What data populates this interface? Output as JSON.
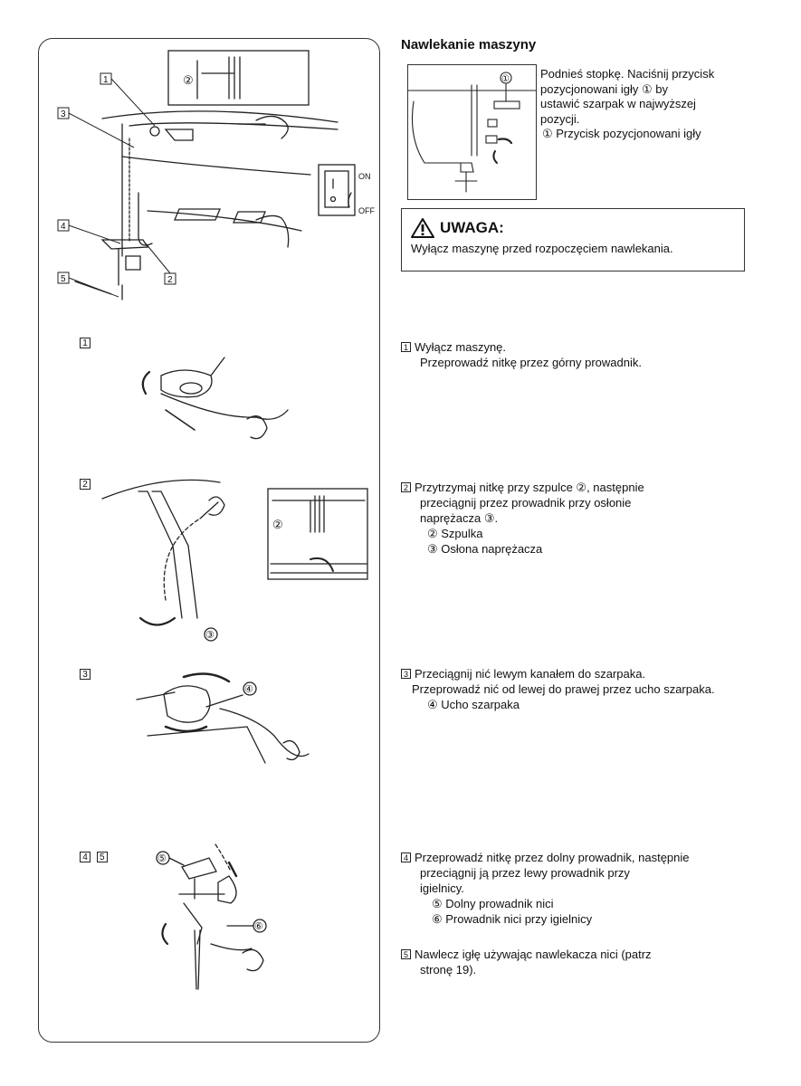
{
  "title": "Nawlekanie maszyny",
  "intro": {
    "line1": "Podnieś stopkę. Naciśnij przycisk",
    "line2": "pozycjonowani igły ① by",
    "line3": "ustawić szarpak w najwyższej",
    "line4": "pozycji.",
    "annotation": "①   Przycisk pozycjonowani igły"
  },
  "warning": {
    "title": "UWAGA:",
    "text": "Wyłącz maszynę przed rozpoczęciem nawlekania."
  },
  "steps": {
    "s1": {
      "num": "1",
      "line1": "Wyłącz maszynę.",
      "line2": "Przeprowadź nitkę przez górny prowadnik."
    },
    "s2": {
      "num": "2",
      "line1": "Przytrzymaj nitkę przy szpulce ②, następnie",
      "line2": "przeciągnij przez prowadnik przy osłonie",
      "line3": "naprężacza ③.",
      "part1": "② Szpulka",
      "part2": "③ Osłona naprężacza"
    },
    "s3": {
      "num": "3",
      "line1": "Przeciągnij nić lewym kanałem do szarpaka.",
      "line2": "Przeprowadź nić od lewej do prawej przez ucho szarpaka.",
      "part1": "④ Ucho szarpaka"
    },
    "s4": {
      "num": "4",
      "line1": "Przeprowadź nitkę przez dolny prowadnik, następnie",
      "line2": "przeciągnij ją przez lewy prowadnik przy",
      "line3": "igielnicy.",
      "part1": "⑤ Dolny prowadnik nici",
      "part2": "⑥ Prowadnik nici przy igielnicy"
    },
    "s5": {
      "num": "5",
      "line1": "Nawlecz igłę używając nawlekacza nici (patrz",
      "line2": "stronę 19)."
    }
  },
  "figure_labels": {
    "callout1": "1",
    "callout2": "2",
    "callout3": "3",
    "callout4": "4",
    "callout5": "5",
    "spool_mark": "②",
    "switch_on": "ON",
    "switch_off": "OFF",
    "tension_mark": "③",
    "eye_mark": "④",
    "guide_mark": "⑤",
    "bar_guide_mark": "⑥",
    "btn_mark": "①",
    "panel1": "1",
    "panel2": "2",
    "panel3": "3",
    "panel4": "4",
    "panel5": "5"
  }
}
